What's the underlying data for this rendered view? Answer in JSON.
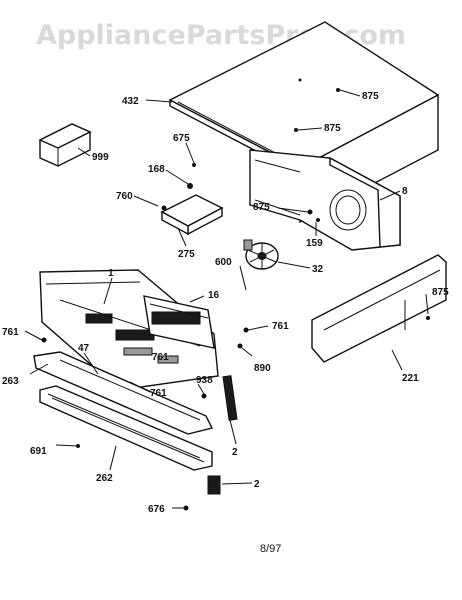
{
  "watermark": "AppliancePartsPros.com",
  "date_code": "8/97",
  "parts": [
    {
      "id": "p432",
      "label": "432"
    },
    {
      "id": "p875a",
      "label": "875"
    },
    {
      "id": "p875b",
      "label": "875"
    },
    {
      "id": "p875c",
      "label": "875"
    },
    {
      "id": "p875d",
      "label": "875"
    },
    {
      "id": "p999",
      "label": "999"
    },
    {
      "id": "p675",
      "label": "675"
    },
    {
      "id": "p168",
      "label": "168"
    },
    {
      "id": "p760",
      "label": "760"
    },
    {
      "id": "p275",
      "label": "275"
    },
    {
      "id": "p159",
      "label": "159"
    },
    {
      "id": "p8",
      "label": "8"
    },
    {
      "id": "p600",
      "label": "600"
    },
    {
      "id": "p32",
      "label": "32"
    },
    {
      "id": "p1",
      "label": "1"
    },
    {
      "id": "p16",
      "label": "16"
    },
    {
      "id": "p761a",
      "label": "761"
    },
    {
      "id": "p761b",
      "label": "761"
    },
    {
      "id": "p761c",
      "label": "761"
    },
    {
      "id": "p761d",
      "label": "761"
    },
    {
      "id": "p890",
      "label": "890"
    },
    {
      "id": "p47",
      "label": "47"
    },
    {
      "id": "p263",
      "label": "263"
    },
    {
      "id": "p938",
      "label": "938"
    },
    {
      "id": "p2a",
      "label": "2"
    },
    {
      "id": "p2b",
      "label": "2"
    },
    {
      "id": "p221",
      "label": "221"
    },
    {
      "id": "p691",
      "label": "691"
    },
    {
      "id": "p262",
      "label": "262"
    },
    {
      "id": "p676",
      "label": "676"
    }
  ]
}
